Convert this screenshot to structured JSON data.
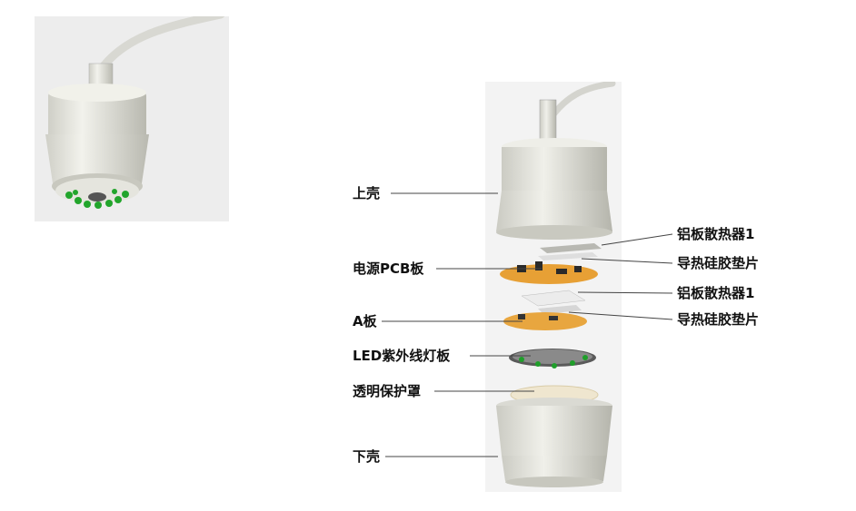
{
  "left_labels": [
    {
      "id": "upper-shell",
      "text": "上壳"
    },
    {
      "id": "power-pcb",
      "text": "电源PCB板"
    },
    {
      "id": "a-board",
      "text": "A板"
    },
    {
      "id": "led-uv-board",
      "text": "LED紫外线灯板"
    },
    {
      "id": "protective-cover",
      "text": "透明保护罩"
    },
    {
      "id": "lower-shell",
      "text": "下壳"
    }
  ],
  "right_labels": [
    {
      "id": "aluminum-heatsink-1a",
      "text": "铝板散热器1"
    },
    {
      "id": "thermal-pad-a",
      "text": "导热硅胶垫片"
    },
    {
      "id": "aluminum-heatsink-1b",
      "text": "铝板散热器1"
    },
    {
      "id": "thermal-pad-b",
      "text": "导热硅胶垫片"
    }
  ],
  "colors": {
    "shell_light": "#e8e8e2",
    "shell_mid": "#d4d4cc",
    "shell_dark": "#b7b7ae",
    "pcb_orange": "#e8a23a",
    "led_green": "#1f9e2a",
    "cover_tan": "#efe6cf",
    "leader_line": "#444444"
  }
}
